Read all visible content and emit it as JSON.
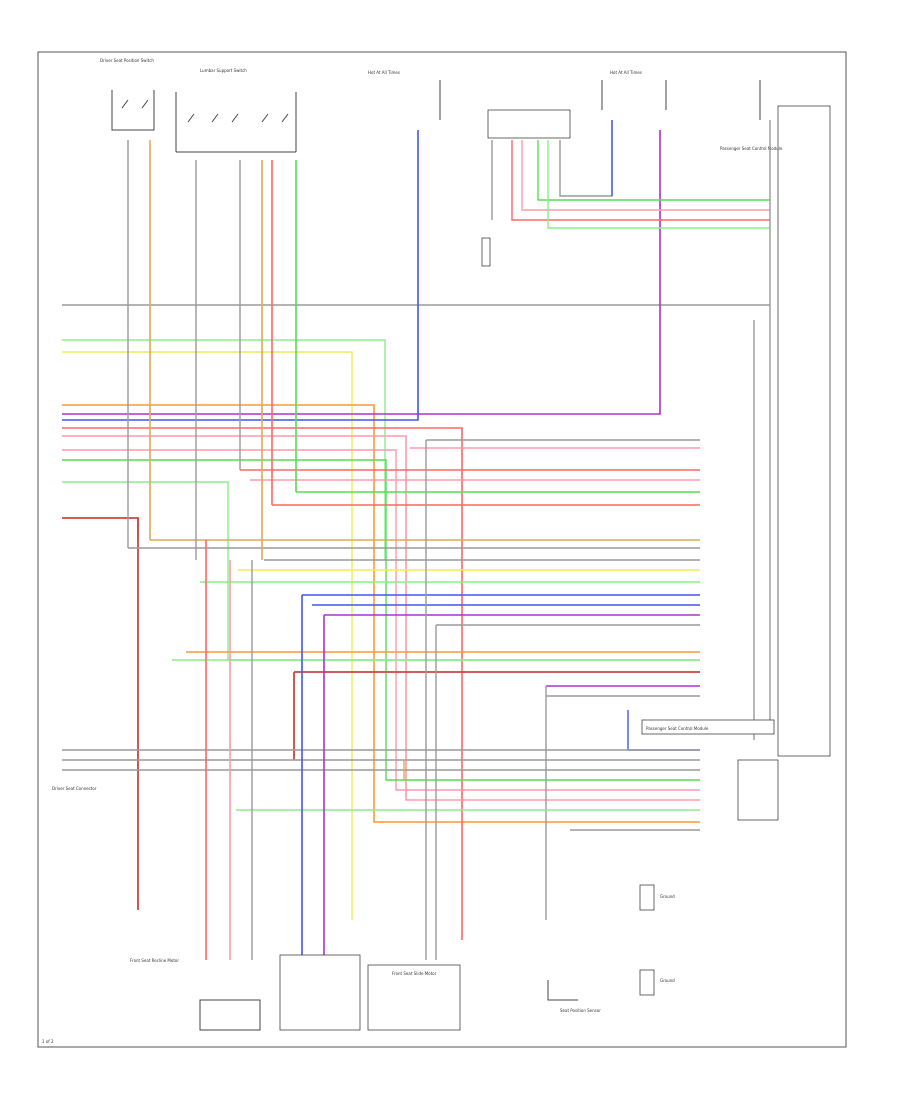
{
  "diagram": {
    "figure_id": "1 of 2",
    "components": {
      "left_top_switch": "Driver Seat Position Switch",
      "seat_switch_2": "Lumbar Support Switch",
      "junction_upper_center": "Hot At All Times",
      "junction_upper_right": "Hot At All Times",
      "right_passenger_module": "Passenger Seat Control Module",
      "left_lower_connector": "Driver Seat Connector",
      "bottom_left_motor": "Front Seat Recline Motor",
      "bottom_center_motor": "Front Seat Slide Motor",
      "bottom_right_motor": "Seat Position Sensor",
      "passenger_bottom_module": "Passenger Seat Control Module",
      "right_ground_1": "Ground",
      "right_ground_2": "Ground"
    },
    "colors": {
      "red": "#ff6666",
      "pink": "#ff99aa",
      "green": "#55dd55",
      "lightgreen": "#88ee88",
      "blue": "#4455ee",
      "purple": "#aa33cc",
      "orange": "#ff9933",
      "yellow": "#eeee55",
      "darkred": "#cc4444",
      "tan": "#ddaa55",
      "gray": "#9a9a9a"
    }
  }
}
